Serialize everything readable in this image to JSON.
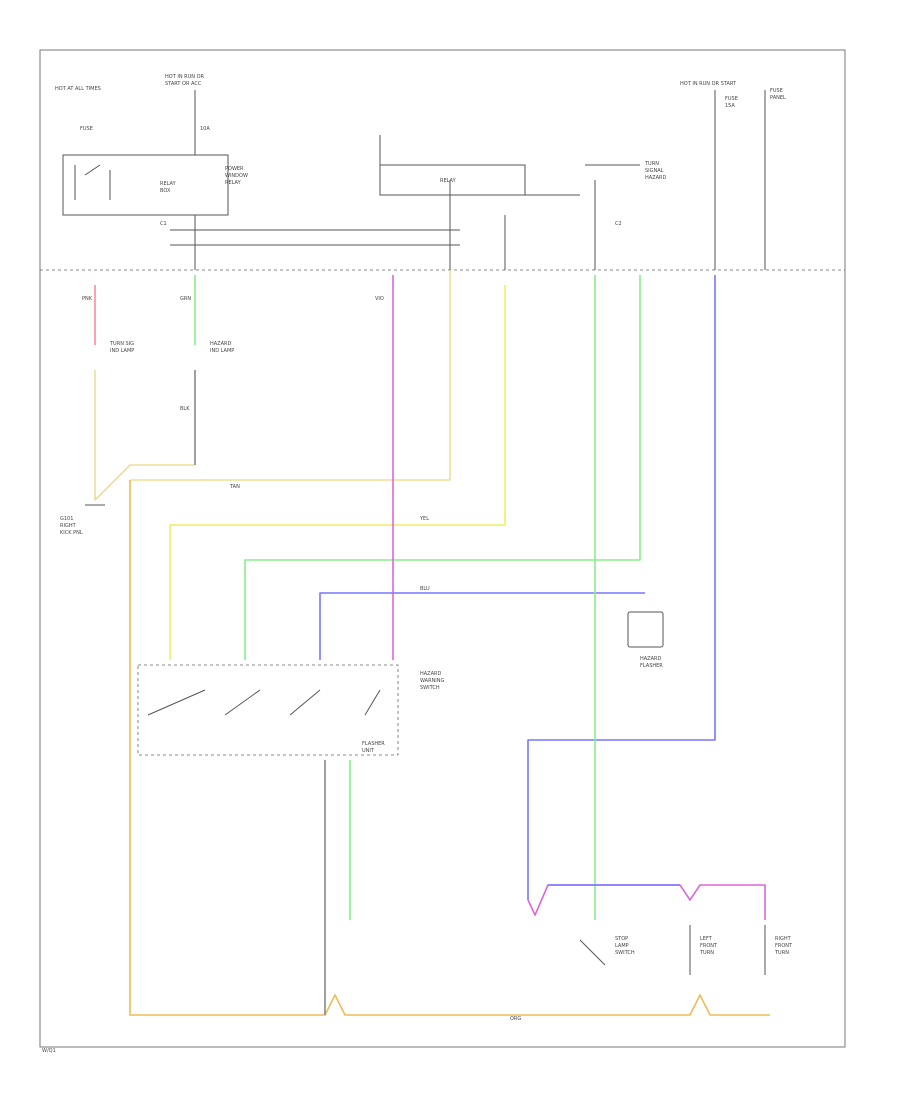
{
  "colors": {
    "pink": "#ff88a0",
    "green": "#88ee88",
    "tan": "#eedd99",
    "yellow": "#eeee66",
    "violet": "#dd66dd",
    "blue": "#7777ff",
    "orange": "#eebb55",
    "gray": "#888888",
    "black": "#555555"
  },
  "labels": {
    "hot_at_all_times": "HOT AT ALL TIMES",
    "hot_in_run_top": "HOT IN RUN OR",
    "hot_in_run_bottom": "START OR ACC",
    "fuse_left": "FUSE",
    "fuse_mid": "10A",
    "hot_run_right": "HOT IN RUN OR START",
    "fuse_right_a": "FUSE",
    "fuse_right_b": "15A",
    "fuse_right_note_a": "FUSE",
    "fuse_right_note_b": "PANEL",
    "relay_left": "RELAY",
    "relay_left_sub": "BOX",
    "relay_right": "RELAY",
    "right_note_1": "TURN",
    "right_note_2": "SIGNAL",
    "right_note_3": "HAZARD",
    "left_note_1": "POWER",
    "left_note_2": "WINDOW",
    "left_note_3": "RELAY",
    "ground_1": "G101",
    "ground_2": "RIGHT",
    "ground_3": "KICK PNL",
    "turn_ind_1": "TURN SIG",
    "turn_ind_2": "IND LAMP",
    "hazard_ind_1": "HAZARD",
    "hazard_ind_2": "IND LAMP",
    "hazard_switch_1": "HAZARD",
    "hazard_switch_2": "WARNING",
    "hazard_switch_3": "SWITCH",
    "flasher_label": "FLASHER",
    "flasher_sub": "UNIT",
    "hazard_flasher_1": "HAZARD",
    "hazard_flasher_2": "FLASHER",
    "brake_switch_1": "STOP",
    "brake_switch_2": "LAMP",
    "brake_switch_3": "SWITCH",
    "lf_1": "LEFT",
    "lf_2": "FRONT",
    "lf_3": "TURN",
    "rf_1": "RIGHT",
    "rf_2": "FRONT",
    "rf_3": "TURN",
    "bottom_code": "W/Q1",
    "c1": "C1",
    "c2": "C2",
    "blk": "BLK",
    "pnk": "PNK",
    "grn": "GRN",
    "tan_lbl": "TAN",
    "yel": "YEL",
    "vio": "VIO",
    "blu": "BLU",
    "org": "ORG"
  }
}
